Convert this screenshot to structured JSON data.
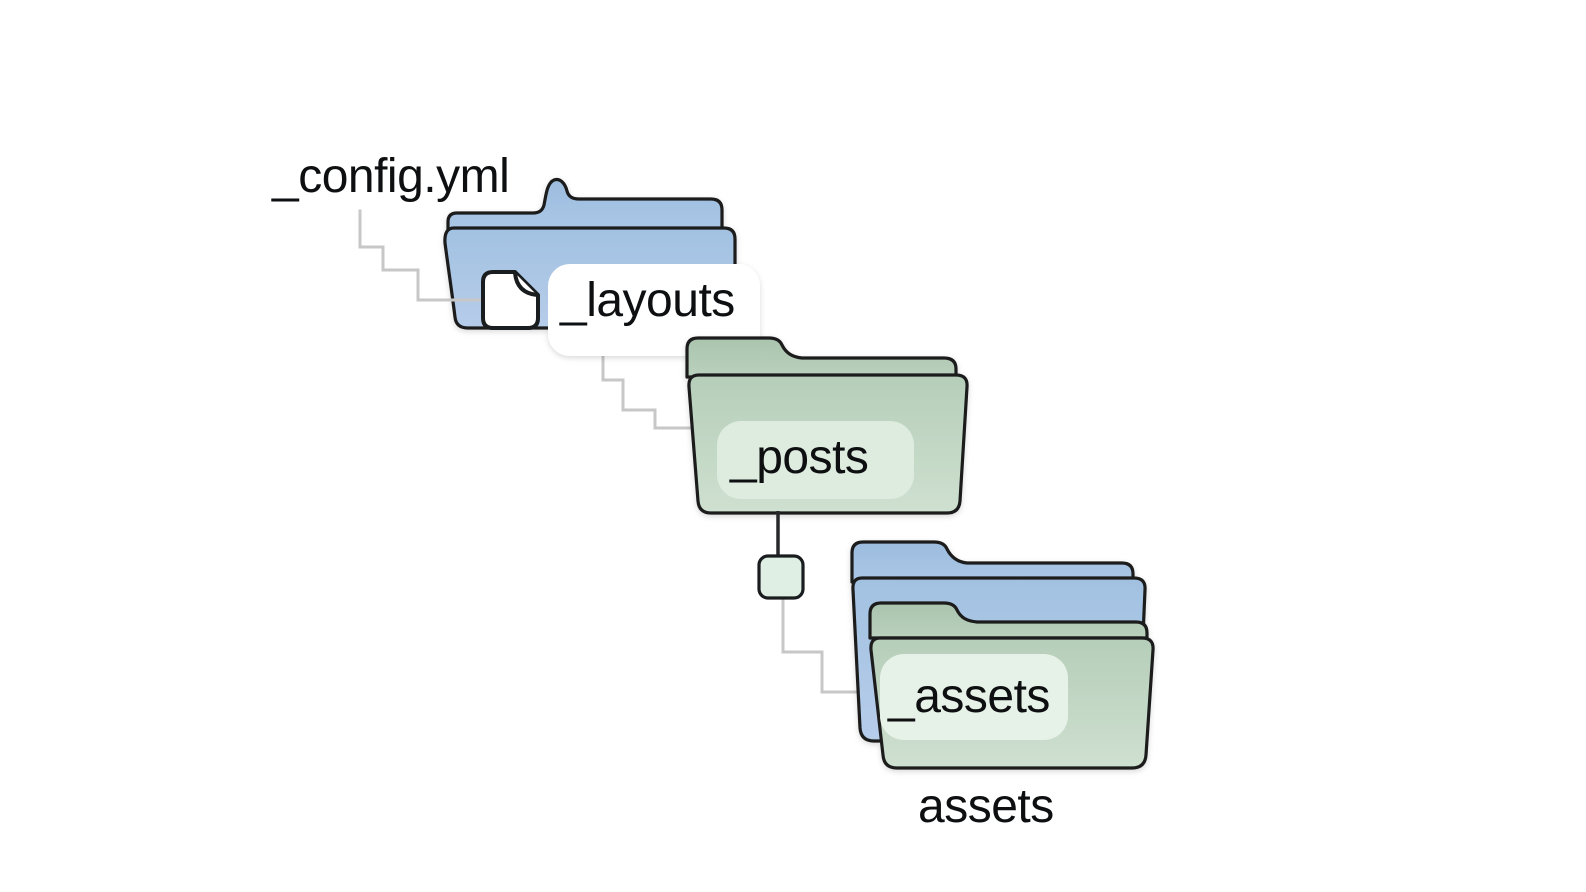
{
  "diagram": {
    "type": "folder-structure",
    "labels": {
      "config": "_config.yml",
      "layouts": "_layouts",
      "posts": "_posts",
      "assets_private": "_assets",
      "assets_public": "assets"
    },
    "connections": [
      {
        "from": "_config.yml",
        "to": "_layouts"
      },
      {
        "from": "_layouts",
        "to": "_posts"
      },
      {
        "from": "_posts",
        "to": "_assets / assets"
      }
    ],
    "icons": [
      "folder-icon-blue",
      "document-icon",
      "folder-icon-green",
      "folder-stack-icon",
      "junction-square-icon"
    ],
    "colors": {
      "folder_blue": "#a9c6e4",
      "folder_green_body": "#bdd4c0",
      "folder_green_tab": "#afc8b2",
      "label_pill_green": "#ddecdf",
      "label_pill_light": "#e6f1e7",
      "outline": "#1a1d1f",
      "connector_gray": "#c7c7c7",
      "connector_dark": "#26292b",
      "text": "#0d0f10",
      "background": "#ffffff"
    }
  }
}
